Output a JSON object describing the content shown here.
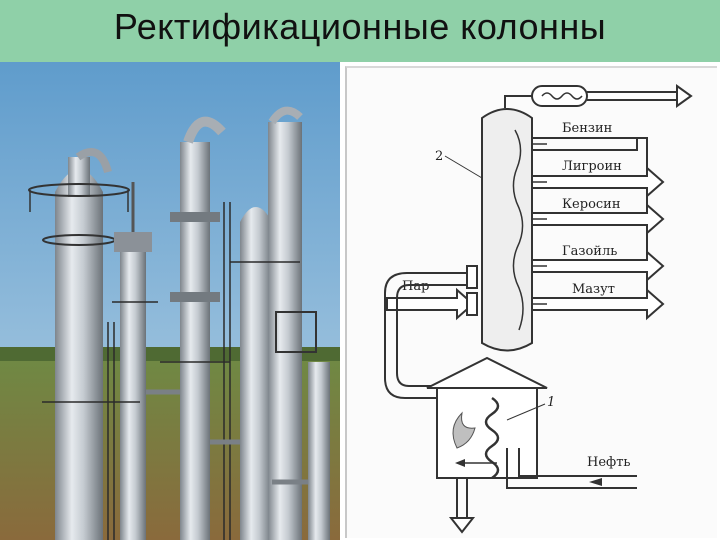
{
  "slide": {
    "title": "Ректификационные колонны"
  },
  "diagram": {
    "outputs": [
      "Бензин",
      "Лигроин",
      "Керосин",
      "Газойль",
      "Мазут"
    ],
    "steam_label": "Пар",
    "oil_label": "Нефть",
    "column_number": "2",
    "furnace_number": "1"
  },
  "colors": {
    "title_bar": "#8fd0a8",
    "sky": "#7fb2d8",
    "steel": "#b8bec4"
  }
}
